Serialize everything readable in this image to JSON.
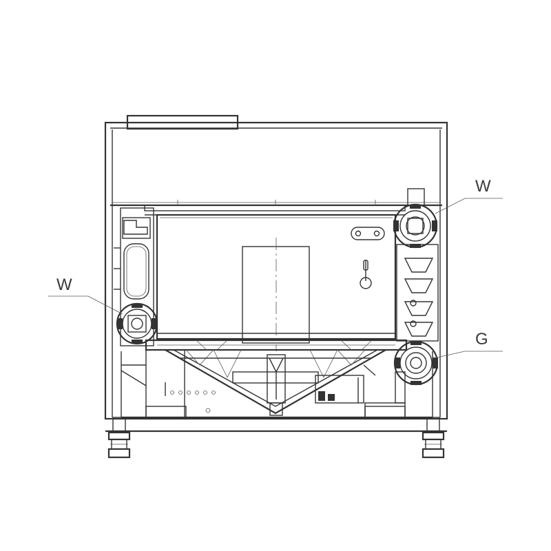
{
  "callouts": {
    "right_upper": "W",
    "left": "W",
    "right_lower": "G"
  },
  "colors": {
    "line": "#333333",
    "label": "#3a3a3a",
    "background": "#ffffff"
  }
}
